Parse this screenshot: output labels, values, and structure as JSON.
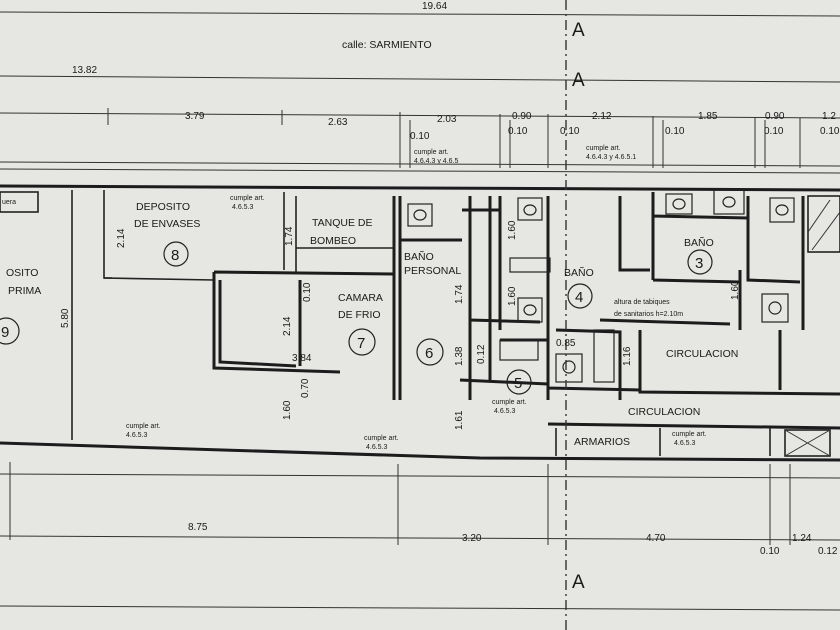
{
  "street": "calle: SARMIENTO",
  "section_marks": [
    "A",
    "A",
    "A"
  ],
  "top_dimensions": {
    "overall": "19.64",
    "partial": "13.82",
    "row": [
      "3.79",
      "2.63",
      "2.03",
      "0.90",
      "2.12",
      "1.85",
      "0.90",
      "1.2"
    ],
    "walls": [
      "0.10",
      "0.10",
      "0.10",
      "0.10",
      "0.10",
      "0.10"
    ]
  },
  "code_notes": {
    "cumple": "cumple art.",
    "ref_a": "4.6.4.3 y 4.6.5",
    "ref_b": "4.6.4.3 y 4.6.5.1",
    "ref_c": "4.6.5.3"
  },
  "rooms": {
    "deposito_envases": [
      "DEPOSITO",
      "DE ENVASES"
    ],
    "tanque_bombeo": [
      "TANQUE DE",
      "BOMBEO"
    ],
    "camara_frio": [
      "CAMARA",
      "DE FRIO"
    ],
    "bano_personal": [
      "BAÑO",
      "PERSONAL"
    ],
    "bano": "BAÑO",
    "bano_3": "BAÑO",
    "materia_prima": [
      "OSITO",
      "PRIMA"
    ],
    "circulacion_1": "CIRCULACION",
    "circulacion_2": "CIRCULACION",
    "armarios": "ARMARIOS",
    "fuera": "uera",
    "cielo_note": [
      "altura de tabiques",
      "de sanitarios h=2.10m"
    ]
  },
  "room_numbers": [
    "8",
    "7",
    "6",
    "5",
    "4",
    "3",
    "9"
  ],
  "inner_dimensions": [
    "2.14",
    "1.74",
    "0.10",
    "2.14",
    "3.84",
    "0.70",
    "1.60",
    "5.80",
    "1.74",
    "1.38",
    "1.61",
    "1.60",
    "1.60",
    "1.60",
    "1.16",
    "0.12",
    "0.85"
  ],
  "bottom_dimensions": {
    "row": [
      "8.75",
      "3.20",
      "4.70",
      "1.24"
    ],
    "walls": [
      "0.10",
      "0.12"
    ]
  }
}
